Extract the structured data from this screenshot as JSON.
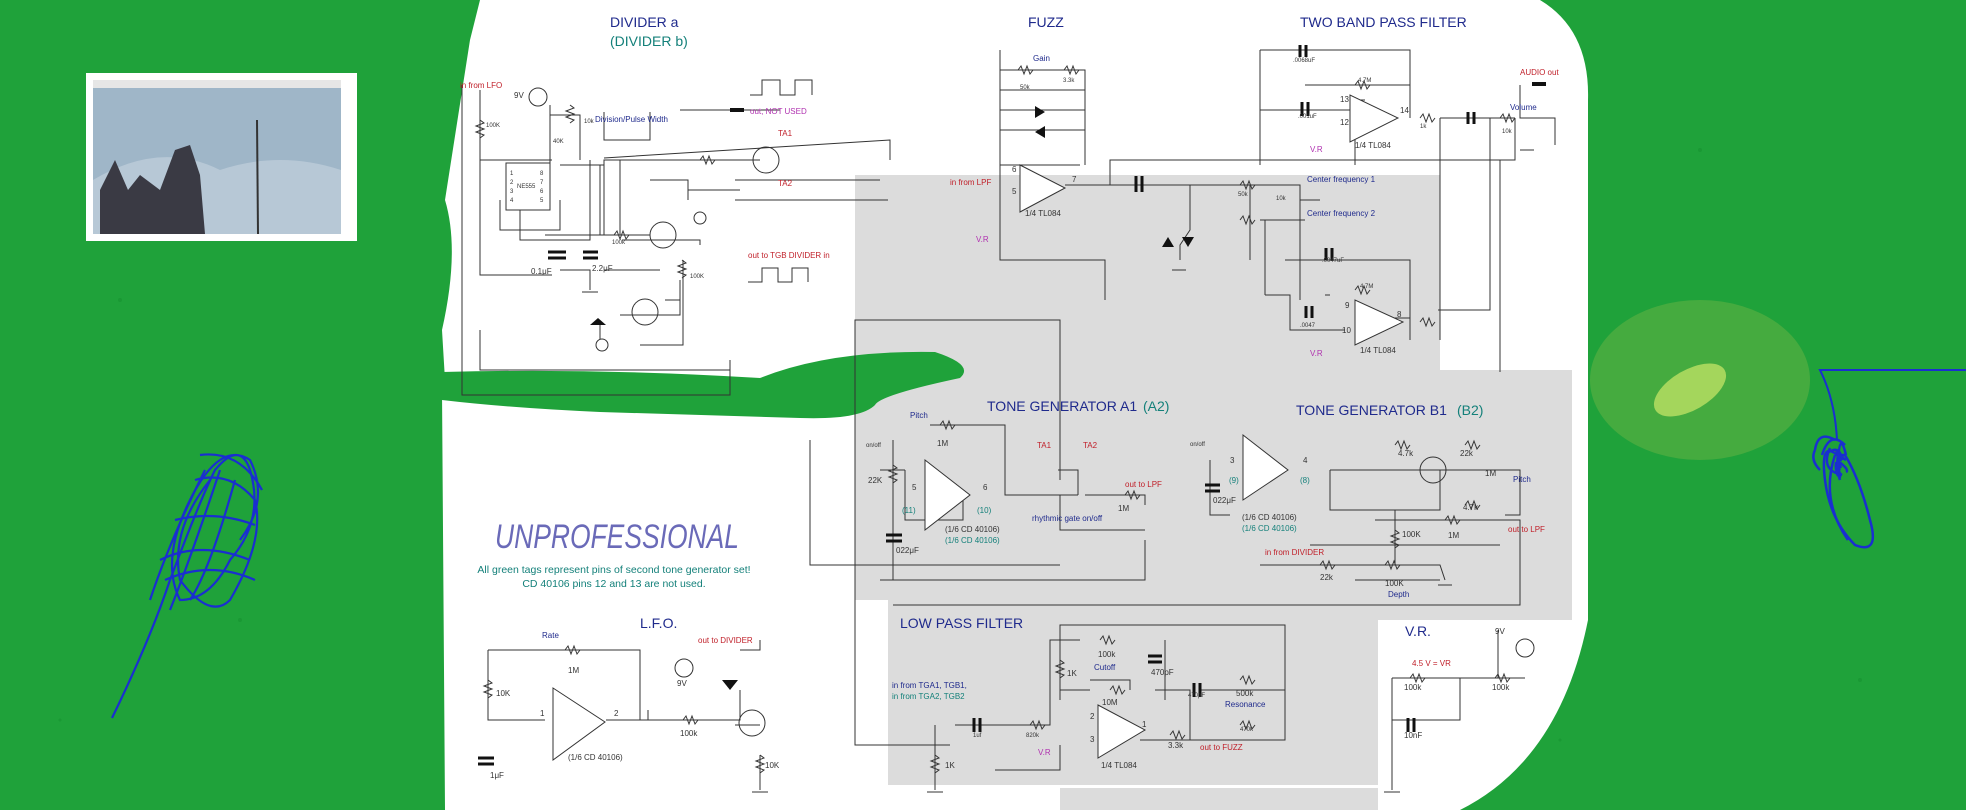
{
  "colors": {
    "background_green": "#1fa23a",
    "paper": "#ffffff",
    "section_gray": "#d9d9d9",
    "title_blue": "#1f2a8c",
    "subtitle_teal": "#14807a",
    "red_label": "#c0202a",
    "magenta_label": "#b032b0",
    "unprofessional": "#6a6ab8",
    "scribble_blue": "#1a2fd0"
  },
  "sections": {
    "divider": {
      "title": "DIVIDER a",
      "subtitle": "(DIVIDER b)"
    },
    "fuzz": {
      "title": "FUZZ"
    },
    "two_band": {
      "title": "TWO BAND PASS FILTER"
    },
    "tone_a": {
      "title": "TONE GENERATOR A1",
      "subtitle": "(A2)"
    },
    "tone_b": {
      "title": "TONE GENERATOR B1",
      "subtitle": "(B2)"
    },
    "lfo": {
      "title": "L.F.O."
    },
    "lpf": {
      "title": "LOW PASS FILTER"
    },
    "vr": {
      "title": "V.R."
    }
  },
  "banner": {
    "title": "UNPROFESSIONAL",
    "note1": "All green tags represent pins of second tone generator set!",
    "note2": "CD 40106 pins 12 and 13 are not used."
  },
  "divider_labels": {
    "in_from_lfo": "in from LFO",
    "v9": "9V",
    "r100k": "100K",
    "r10k": "10k",
    "r40k": "40K",
    "chip": "NE555",
    "division": "Division/Pulse Width",
    "out_not_used": "out, NOT USED",
    "ta1": "TA1",
    "ta2": "TA2",
    "out_tgb": "out to TGB DIVIDER in",
    "c1": "0.1μF",
    "c2": "2.2μF",
    "r100k_b": "100K",
    "r100k_c": "100k",
    "pin1": "1",
    "pin2": "2",
    "pin3": "3",
    "pin4": "4",
    "pin5": "5",
    "pin6": "6",
    "pin7": "7",
    "pin8": "8"
  },
  "fuzz_labels": {
    "gain": "Gain",
    "r50k": "50k",
    "r33k": "3.3k",
    "in_from_lpf": "in from LPF",
    "vr": "V.R",
    "chip": "1/4 TL084",
    "pin5": "5",
    "pin6": "6",
    "pin7": "7"
  },
  "bp_labels": {
    "c1": ".0068uF",
    "r1": "4.7M",
    "c2": ".001uF",
    "pin13": "13",
    "pin12": "12",
    "pin14": "14",
    "chip1": "1/4 TL084",
    "audio_out": "AUDIO out",
    "volume": "Volume",
    "r1k": "1k",
    "r10k": "10k",
    "vr": "V.R",
    "cf1": "Center frequency 1",
    "cf2": "Center frequency 2",
    "r50k": "50k",
    "r10k_b": "10k",
    "c3": ".0047uF",
    "r2": "4.7M",
    "c4": ".0047",
    "pin9": "9",
    "pin10": "10",
    "pin8": "8",
    "chip2": "1/4 TL084",
    "vr2": "V.R"
  },
  "tone_a_labels": {
    "pitch": "Pitch",
    "r1m": "1M",
    "onoff": "on/off",
    "r22k": "22K",
    "c": "022μF",
    "pin5": "5",
    "pin6": "6",
    "pin11": "(11)",
    "pin10": "(10)",
    "chip1": "(1/6 CD 40106)",
    "chip2": "(1/6 CD 40106)",
    "ta1": "TA1",
    "ta2": "TA2",
    "gate": "rhythmic gate on/off",
    "out_lpf": "out to LPF",
    "r1m_b": "1M"
  },
  "tone_b_labels": {
    "onoff": "on/off",
    "pin3": "3",
    "pin4": "4",
    "pin9": "(9)",
    "pin8": "(8)",
    "c": "022μF",
    "chip1": "(1/6 CD 40106)",
    "chip2": "(1/6 CD 40106)",
    "r47k": "4.7k",
    "r22k": "22k",
    "r1m": "1M",
    "pitch": "Pitch",
    "r47k_b": "4.7k",
    "r100k": "100K",
    "r1m_b": "1M",
    "out_lpf": "out to LPF",
    "in_divider": "in from DIVIDER",
    "r22k_b": "22k",
    "r100k_b": "100K",
    "depth": "Depth"
  },
  "lfo_labels": {
    "rate": "Rate",
    "r1m": "1M",
    "r10k": "10K",
    "pin1": "1",
    "pin2": "2",
    "chip": "(1/6 CD 40106)",
    "c": "1μF",
    "v9": "9V",
    "r100k": "100k",
    "r10k_b": "10K",
    "out_divider": "out to DIVIDER"
  },
  "lpf_labels": {
    "in1": "in from TGA1, TGB1,",
    "in2": "in from TGA2, TGB2",
    "c1": "1uf",
    "r1k": "1K",
    "r820k": "820k",
    "vr": "V.R",
    "cutoff": "Cutoff",
    "r100k": "100k",
    "r1k_b": "1K",
    "r10m": "10M",
    "c470": "470pF",
    "c470b": "470pF",
    "res": "Resonance",
    "r500k": "500k",
    "r470k": "470k",
    "pin2": "2",
    "pin3": "3",
    "pin1": "1",
    "r33k": "3.3k",
    "chip": "1/4 TL084",
    "out_fuzz": "out to FUZZ"
  },
  "vr_labels": {
    "v9": "9V",
    "vr_eq": "4.5 V = VR",
    "r100k": "100k",
    "r100k_b": "100k",
    "c": "10nF"
  }
}
